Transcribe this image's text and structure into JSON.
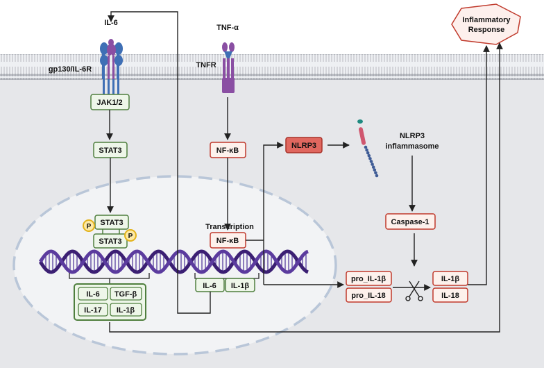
{
  "receptors": {
    "il6": "IL-6",
    "gp130": "gp130/IL-6R",
    "tnfa": "TNF-α",
    "tnfr": "TNFR"
  },
  "left_pathway": {
    "jak": "JAK1/2",
    "stat3": "STAT3",
    "stat3_top": "STAT3",
    "stat3_bottom": "STAT3",
    "phospho": "P",
    "products": [
      "IL-6",
      "TGF-β",
      "IL-17",
      "IL-1β"
    ]
  },
  "middle_pathway": {
    "nfkb": "NF-κB",
    "transcription": "Transcription",
    "nfkb_nuclear": "NF-κB",
    "products": [
      "IL-6",
      "IL-1β"
    ]
  },
  "right_pathway": {
    "nlrp3": "NLRP3",
    "inflammasome_line1": "NLRP3",
    "inflammasome_line2": "inflammasome",
    "caspase": "Caspase-1",
    "pro_il1b": "pro_IL-1β",
    "pro_il18": "pro_IL-18",
    "il1b": "IL-1β",
    "il18": "IL-18"
  },
  "output": {
    "line1": "Inflammatory",
    "line2": "Response"
  },
  "colors": {
    "green_border": "#4f7f3e",
    "green_fill": "#eef6e9",
    "red_border": "#c0392b",
    "red_fill": "#fdf1ec",
    "nlrp3_fill": "#e0675f",
    "receptor_blue": "#3f6fb5",
    "receptor_purple": "#8a4fa3",
    "dna": "#3b1f73",
    "phospho_fill": "#fde9a4",
    "phospho_border": "#e3b21a"
  }
}
